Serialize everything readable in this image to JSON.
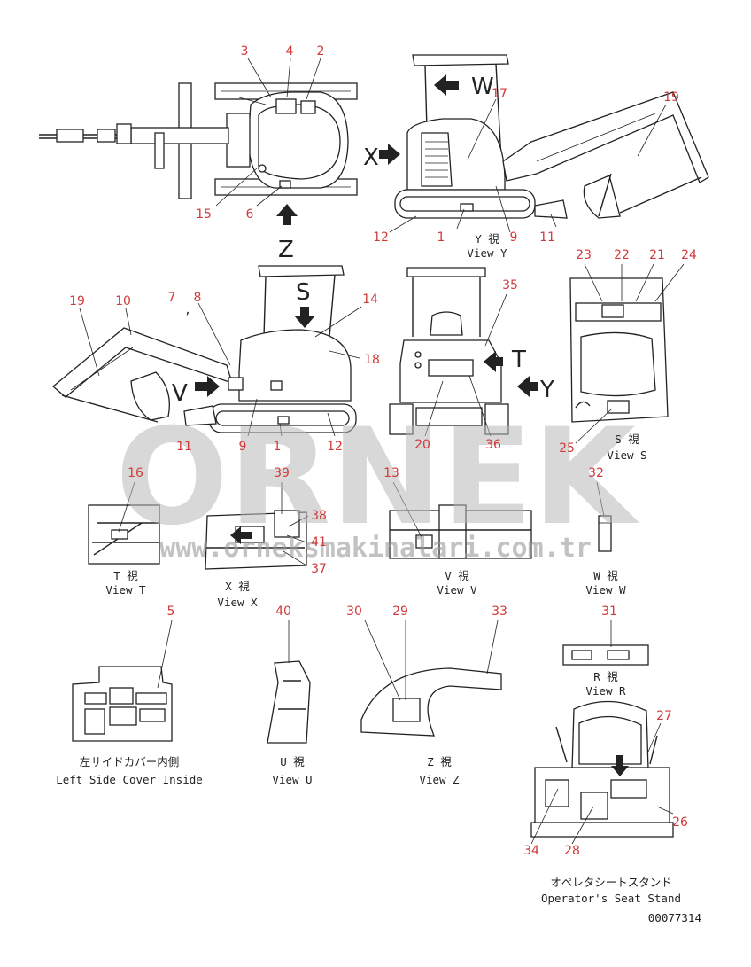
{
  "callouts": [
    "3",
    "4",
    "2",
    "17",
    "19",
    "15",
    "6",
    "12",
    "1",
    "9",
    "11",
    "23",
    "22",
    "21",
    "24",
    "7",
    "8",
    "10",
    "14",
    "35",
    "18",
    "20",
    "36",
    "25",
    "16",
    "39",
    "13",
    "32",
    "38",
    "41",
    "37",
    "5",
    "40",
    "30",
    "29",
    "33",
    "31",
    "27",
    "26",
    "34",
    "28"
  ],
  "arrow_letters": {
    "w": "W",
    "x": "X",
    "z": "Z",
    "s": "S",
    "t": "T",
    "y": "Y",
    "v": "V"
  },
  "view_labels": {
    "y_jp": "Y 視",
    "y_en": "View Y",
    "s_jp": "S 視",
    "s_en": "View S",
    "t_jp": "T 視",
    "t_en": "View T",
    "x_jp": "X 視",
    "x_en": "View X",
    "v_jp": "V 視",
    "v_en": "View V",
    "w_jp": "W 視",
    "w_en": "View W",
    "r_jp": "R 視",
    "r_en": "View R",
    "u_jp": "U 視",
    "u_en": "View U",
    "z_jp": "Z 視",
    "z_en": "View Z",
    "left_jp": "左サイドカバー内側",
    "left_en": "Left Side Cover Inside",
    "seat_jp": "オペレタシートスタンド",
    "seat_en": "Operator's Seat Stand"
  },
  "comma_mark": ",",
  "part_code": "00077314",
  "watermark": {
    "main": "ORNEK",
    "url": "www.orneksmakinalari.com.tr"
  },
  "colors": {
    "callout": "#d23a3a",
    "line": "#222222",
    "watermark": "#b9b9b9"
  }
}
